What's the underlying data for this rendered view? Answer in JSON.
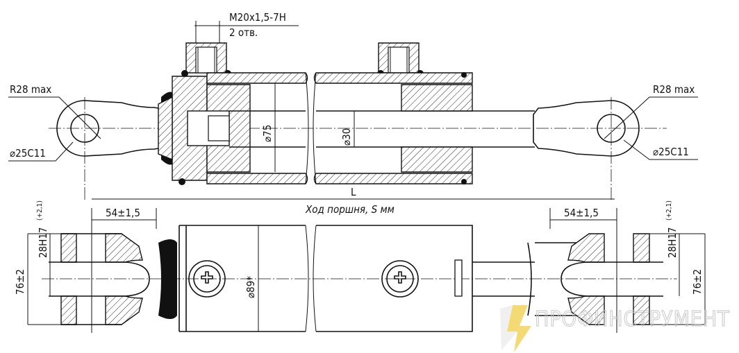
{
  "drawing": {
    "port_thread": "M20x1,5-7H",
    "port_count": "2 отв.",
    "radius_left": "R28 max",
    "radius_right": "R28 max",
    "pin_left": "⌀25C11",
    "pin_right": "⌀25C11",
    "bore_diameter": "⌀75",
    "rod_diameter": "⌀30",
    "length_label": "L",
    "stroke_label": "Ход поршня, S мм",
    "eye_offset_left": "54±1,5",
    "eye_offset_right": "54±1,5",
    "slot_left": "28H17",
    "slot_left_tol": "(+2,1)",
    "slot_right": "28H17",
    "slot_right_tol": "(+2,1)",
    "clevis_width_left": "76±2",
    "clevis_width_right": "76±2",
    "body_diameter": "⌀89*"
  },
  "watermark": {
    "text": "ПРОФИНСТРУМЕНТ",
    "accent": "#f2d45c"
  }
}
